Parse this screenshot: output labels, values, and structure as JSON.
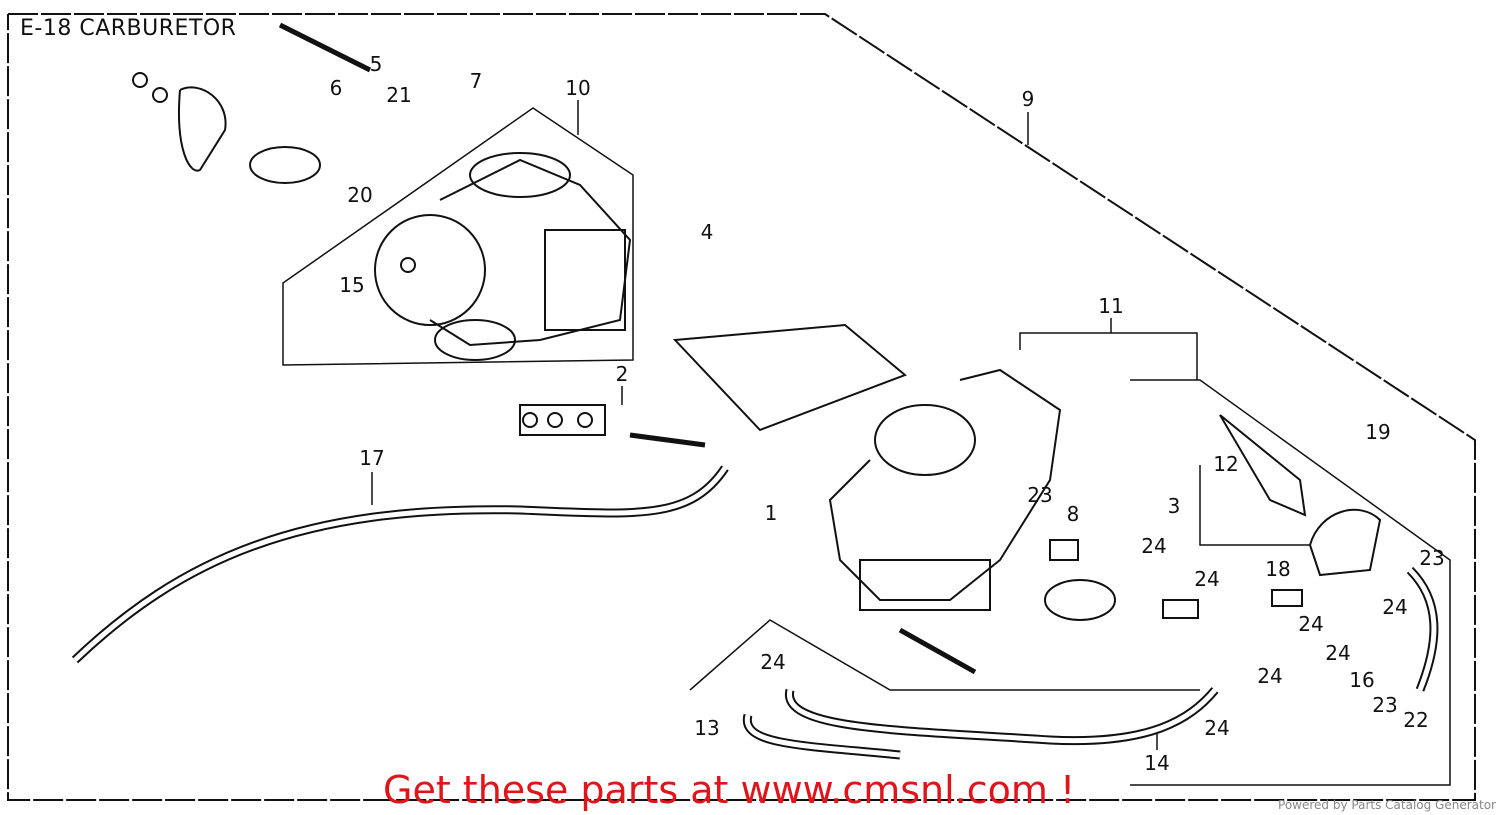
{
  "title": "E-18 CARBURETOR",
  "callouts": [
    "5",
    "6",
    "21",
    "7",
    "10",
    "9",
    "20",
    "15",
    "4",
    "2",
    "17",
    "1",
    "11",
    "19",
    "12",
    "3",
    "23",
    "8",
    "24",
    "24",
    "18",
    "23",
    "24",
    "24",
    "24",
    "16",
    "24",
    "23",
    "22",
    "24",
    "13",
    "24",
    "14"
  ],
  "promo_text": "Get these parts at www.cmsnl.com !",
  "powered_by": "Powered by Parts Catalog Generator",
  "colors": {
    "promo": "#e0141b",
    "line": "#111111"
  }
}
